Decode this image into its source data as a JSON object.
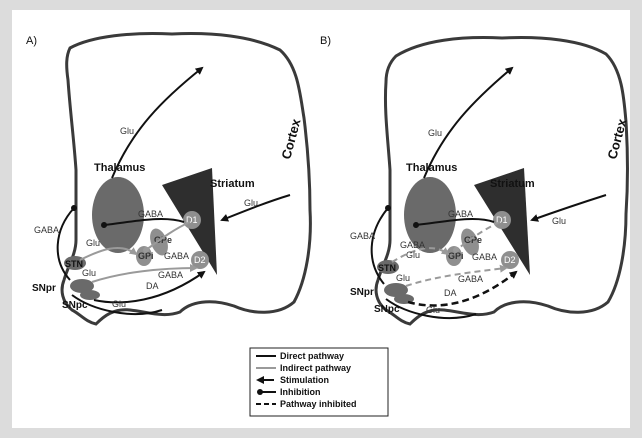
{
  "panels": [
    {
      "id": "A",
      "label": "A)",
      "structures": {
        "cortex": "Cortex",
        "thalamus": "Thalamus",
        "striatum": "Striatum",
        "d1": "D1",
        "d2": "D2",
        "gpe": "GPe",
        "gpi": "GPi",
        "stn": "STN",
        "snpr": "SNpr",
        "snpc": "SNpc"
      },
      "edges": {
        "glu_thal_cortex": "Glu",
        "glu_cortex_striatum": "Glu",
        "gaba_snpr_thal": "GABA",
        "gaba_d1": "GABA",
        "glu_stn_gpi": "Glu",
        "gaba_gpe": "GABA",
        "glu_stn": "Glu",
        "da": "DA",
        "gaba_lower": "GABA",
        "glu_snpc": "Glu"
      }
    },
    {
      "id": "B",
      "label": "B)",
      "structures": {
        "cortex": "Cortex",
        "thalamus": "Thalamus",
        "striatum": "Striatum",
        "d1": "D1",
        "d2": "D2",
        "gpe": "GPe",
        "gpi": "GPi",
        "stn": "STN",
        "snpr": "SNpr",
        "snpc": "SNpc"
      },
      "edges": {
        "glu_thal_cortex": "Glu",
        "glu_cortex_striatum": "Glu",
        "gaba_snpr_thal": "GABA",
        "gaba_d1": "GABA",
        "gaba_stn_gpi": "GABA",
        "glu_stn_gpi": "Glu",
        "gaba_gpe": "GABA",
        "glu_stn": "Glu",
        "gaba_lower": "GABA",
        "da": "DA",
        "glu_snpc": "Glu"
      }
    }
  ],
  "legend": {
    "items": [
      {
        "label": "Direct pathway",
        "style": "direct"
      },
      {
        "label": "Indirect pathway",
        "style": "indirect"
      },
      {
        "label": "Stimulation",
        "style": "stimulation"
      },
      {
        "label": "Inhibition",
        "style": "inhibition"
      },
      {
        "label": "Pathway inhibited",
        "style": "dashed"
      }
    ]
  },
  "colors": {
    "background": "#dcdcdc",
    "panel": "#ffffff",
    "outline": "#3a3a3a",
    "thalamus": "#6a6a6a",
    "striatum": "#2e2e2e",
    "nucleus": "#8f8f8f",
    "direct": "#111111",
    "indirect": "#9a9a9a"
  }
}
